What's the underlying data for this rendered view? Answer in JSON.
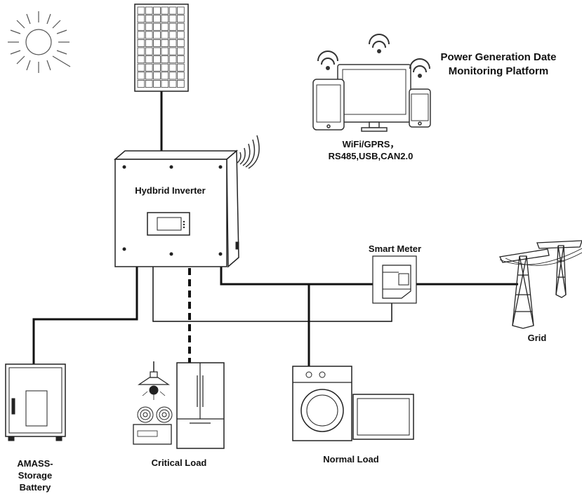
{
  "platform": {
    "title_line1": "Power Generation Date",
    "title_line2": "Monitoring Platform",
    "comm_line1": "WiFi/GPRS，",
    "comm_line2": "RS485,USB,CAN2.0"
  },
  "inverter": {
    "label": "Hydbrid Inverter"
  },
  "meter": {
    "label": "Smart Meter"
  },
  "grid": {
    "label": "Grid"
  },
  "battery": {
    "line1": "AMASS-",
    "line2": "Storage",
    "line3": "Battery"
  },
  "critical_load": {
    "label": "Critical Load"
  },
  "normal_load": {
    "label": "Normal Load"
  },
  "colors": {
    "line": "#111111",
    "outline": "#333333",
    "fill": "#ffffff"
  }
}
